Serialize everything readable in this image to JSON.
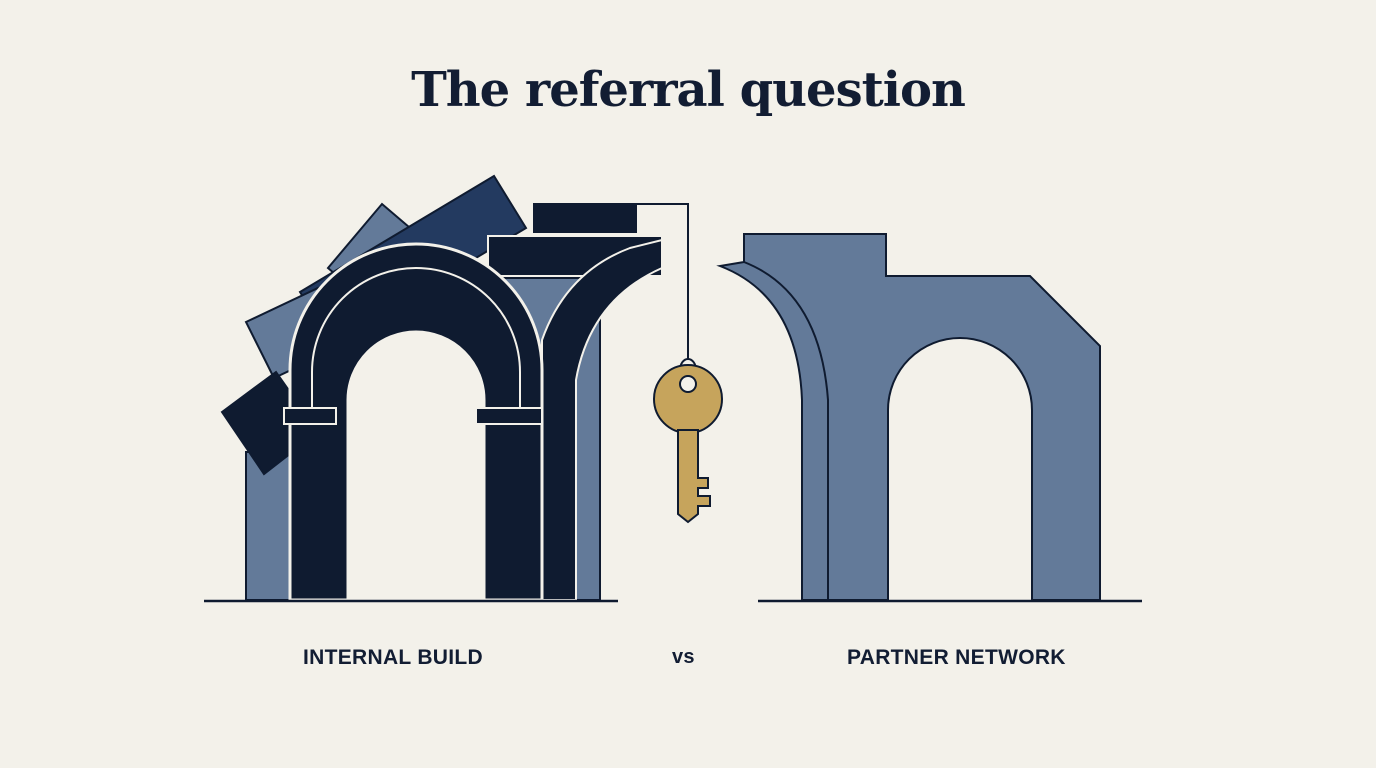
{
  "title": "The referral question",
  "labels": {
    "left": "INTERNAL BUILD",
    "middle": "vs",
    "right": "PARTNER NETWORK"
  },
  "colors": {
    "background": "#f3f1ea",
    "navy_dark": "#0f1b30",
    "navy_mid": "#233a60",
    "slate": "#637a99",
    "key_gold": "#c6a45c"
  },
  "icons": {
    "left": "stacked-arch-icon",
    "middle": "key-icon",
    "right": "partner-arch-icon"
  }
}
